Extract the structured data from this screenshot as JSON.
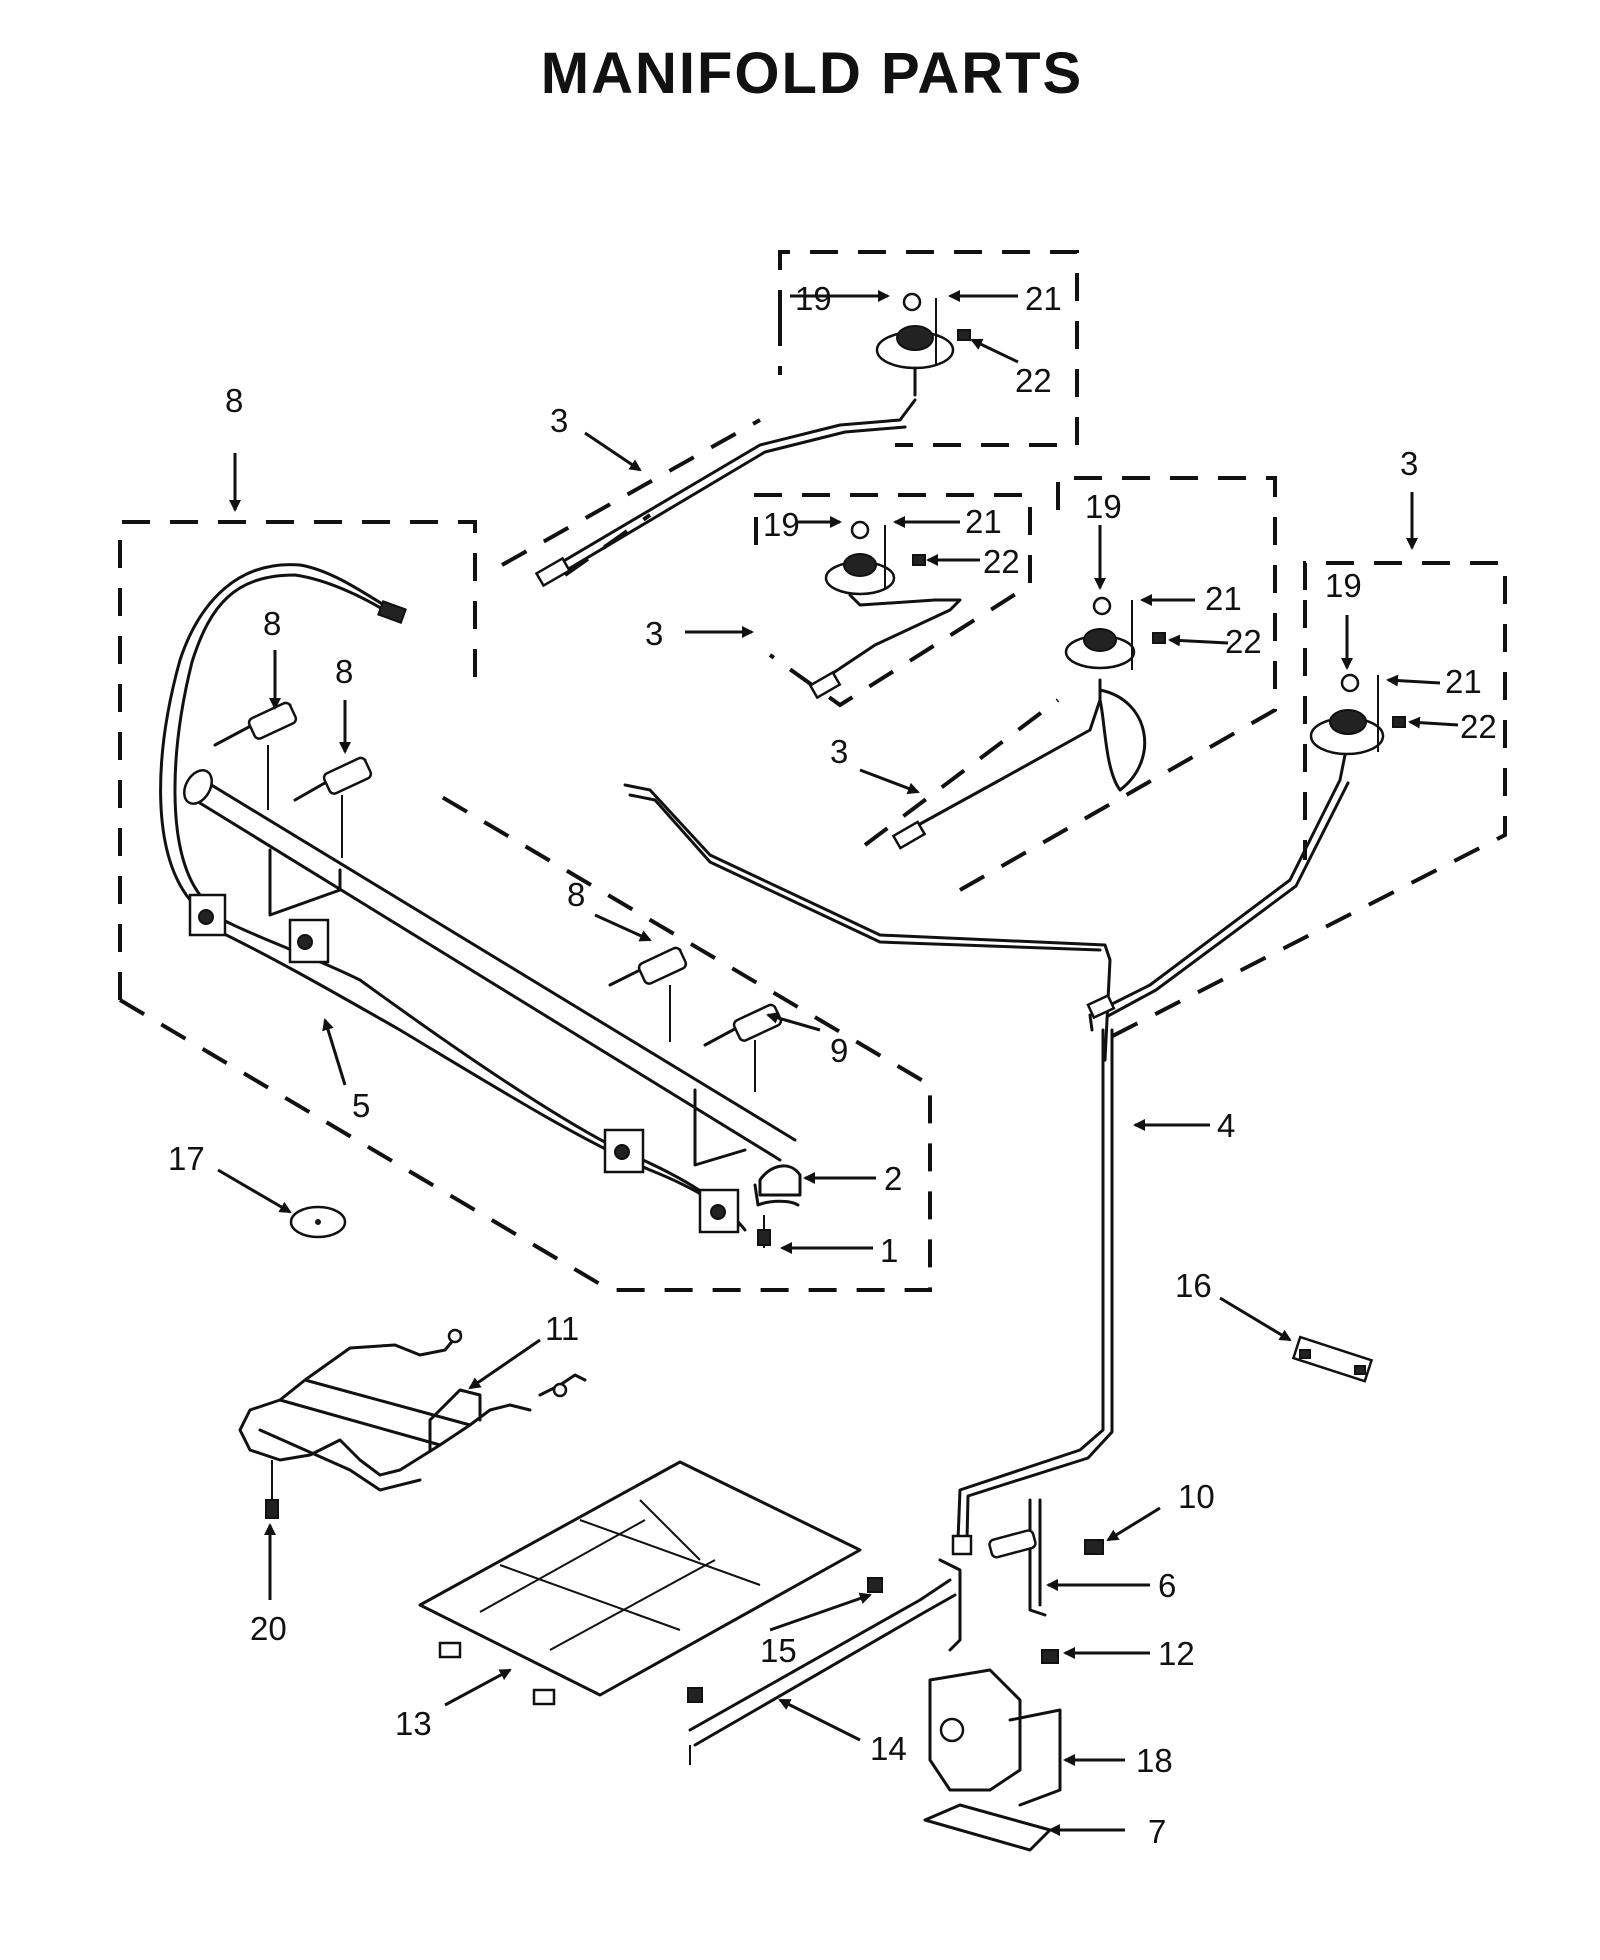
{
  "title": "MANIFOLD PARTS",
  "callouts": [
    {
      "id": "c-1",
      "label": "1"
    },
    {
      "id": "c-2",
      "label": "2"
    },
    {
      "id": "c-3a",
      "label": "3"
    },
    {
      "id": "c-3b",
      "label": "3"
    },
    {
      "id": "c-3c",
      "label": "3"
    },
    {
      "id": "c-3d",
      "label": "3"
    },
    {
      "id": "c-4",
      "label": "4"
    },
    {
      "id": "c-5",
      "label": "5"
    },
    {
      "id": "c-6",
      "label": "6"
    },
    {
      "id": "c-7",
      "label": "7"
    },
    {
      "id": "c-8a",
      "label": "8"
    },
    {
      "id": "c-8b",
      "label": "8"
    },
    {
      "id": "c-8c",
      "label": "8"
    },
    {
      "id": "c-8d",
      "label": "8"
    },
    {
      "id": "c-9",
      "label": "9"
    },
    {
      "id": "c-10",
      "label": "10"
    },
    {
      "id": "c-11",
      "label": "11"
    },
    {
      "id": "c-12",
      "label": "12"
    },
    {
      "id": "c-13",
      "label": "13"
    },
    {
      "id": "c-14",
      "label": "14"
    },
    {
      "id": "c-15",
      "label": "15"
    },
    {
      "id": "c-16",
      "label": "16"
    },
    {
      "id": "c-17",
      "label": "17"
    },
    {
      "id": "c-18",
      "label": "18"
    },
    {
      "id": "c-19a",
      "label": "19"
    },
    {
      "id": "c-19b",
      "label": "19"
    },
    {
      "id": "c-19c",
      "label": "19"
    },
    {
      "id": "c-19d",
      "label": "19"
    },
    {
      "id": "c-20",
      "label": "20"
    },
    {
      "id": "c-21a",
      "label": "21"
    },
    {
      "id": "c-21b",
      "label": "21"
    },
    {
      "id": "c-21c",
      "label": "21"
    },
    {
      "id": "c-21d",
      "label": "21"
    },
    {
      "id": "c-22a",
      "label": "22"
    },
    {
      "id": "c-22b",
      "label": "22"
    },
    {
      "id": "c-22c",
      "label": "22"
    },
    {
      "id": "c-22d",
      "label": "22"
    }
  ]
}
